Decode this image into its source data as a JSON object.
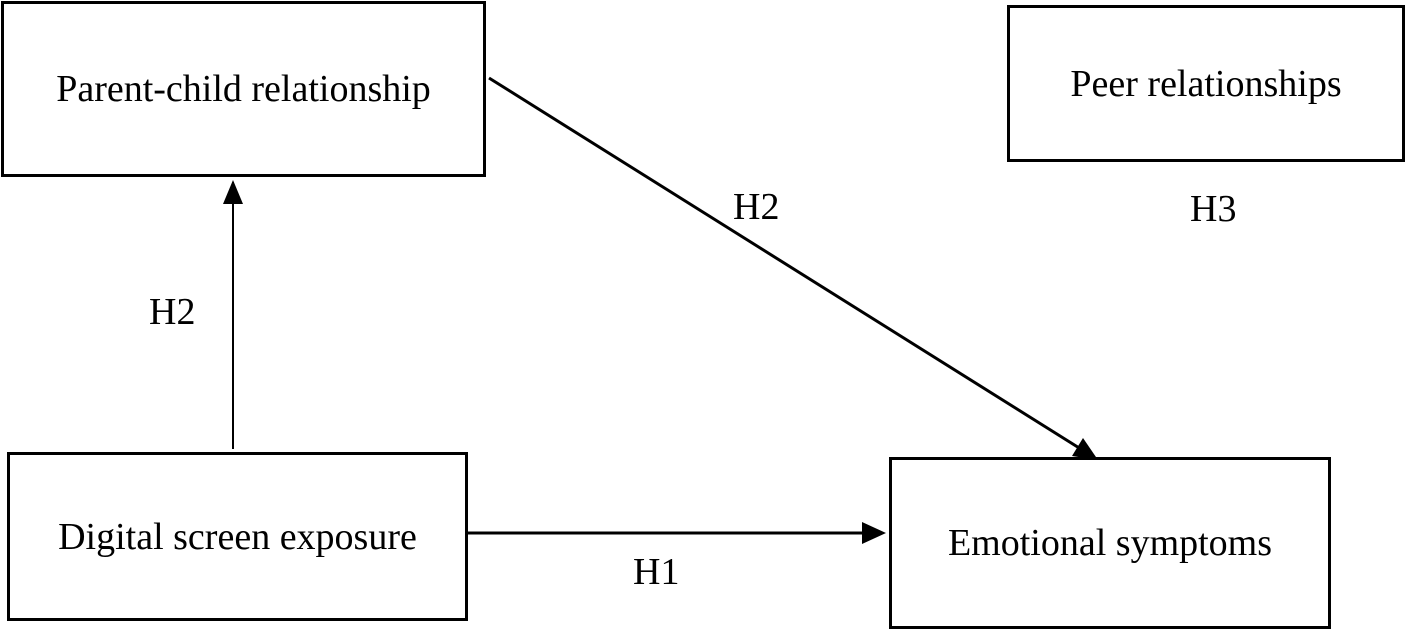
{
  "nodes": {
    "parent_child": "Parent-child relationship",
    "peer": "Peer relationships",
    "screen": "Digital screen exposure",
    "emotional": "Emotional symptoms"
  },
  "hypotheses": {
    "h2_left": "H2",
    "h2_right": "H2",
    "h3": "H3",
    "h1": "H1"
  },
  "colors": {
    "stroke": "#000000",
    "background": "#ffffff"
  }
}
